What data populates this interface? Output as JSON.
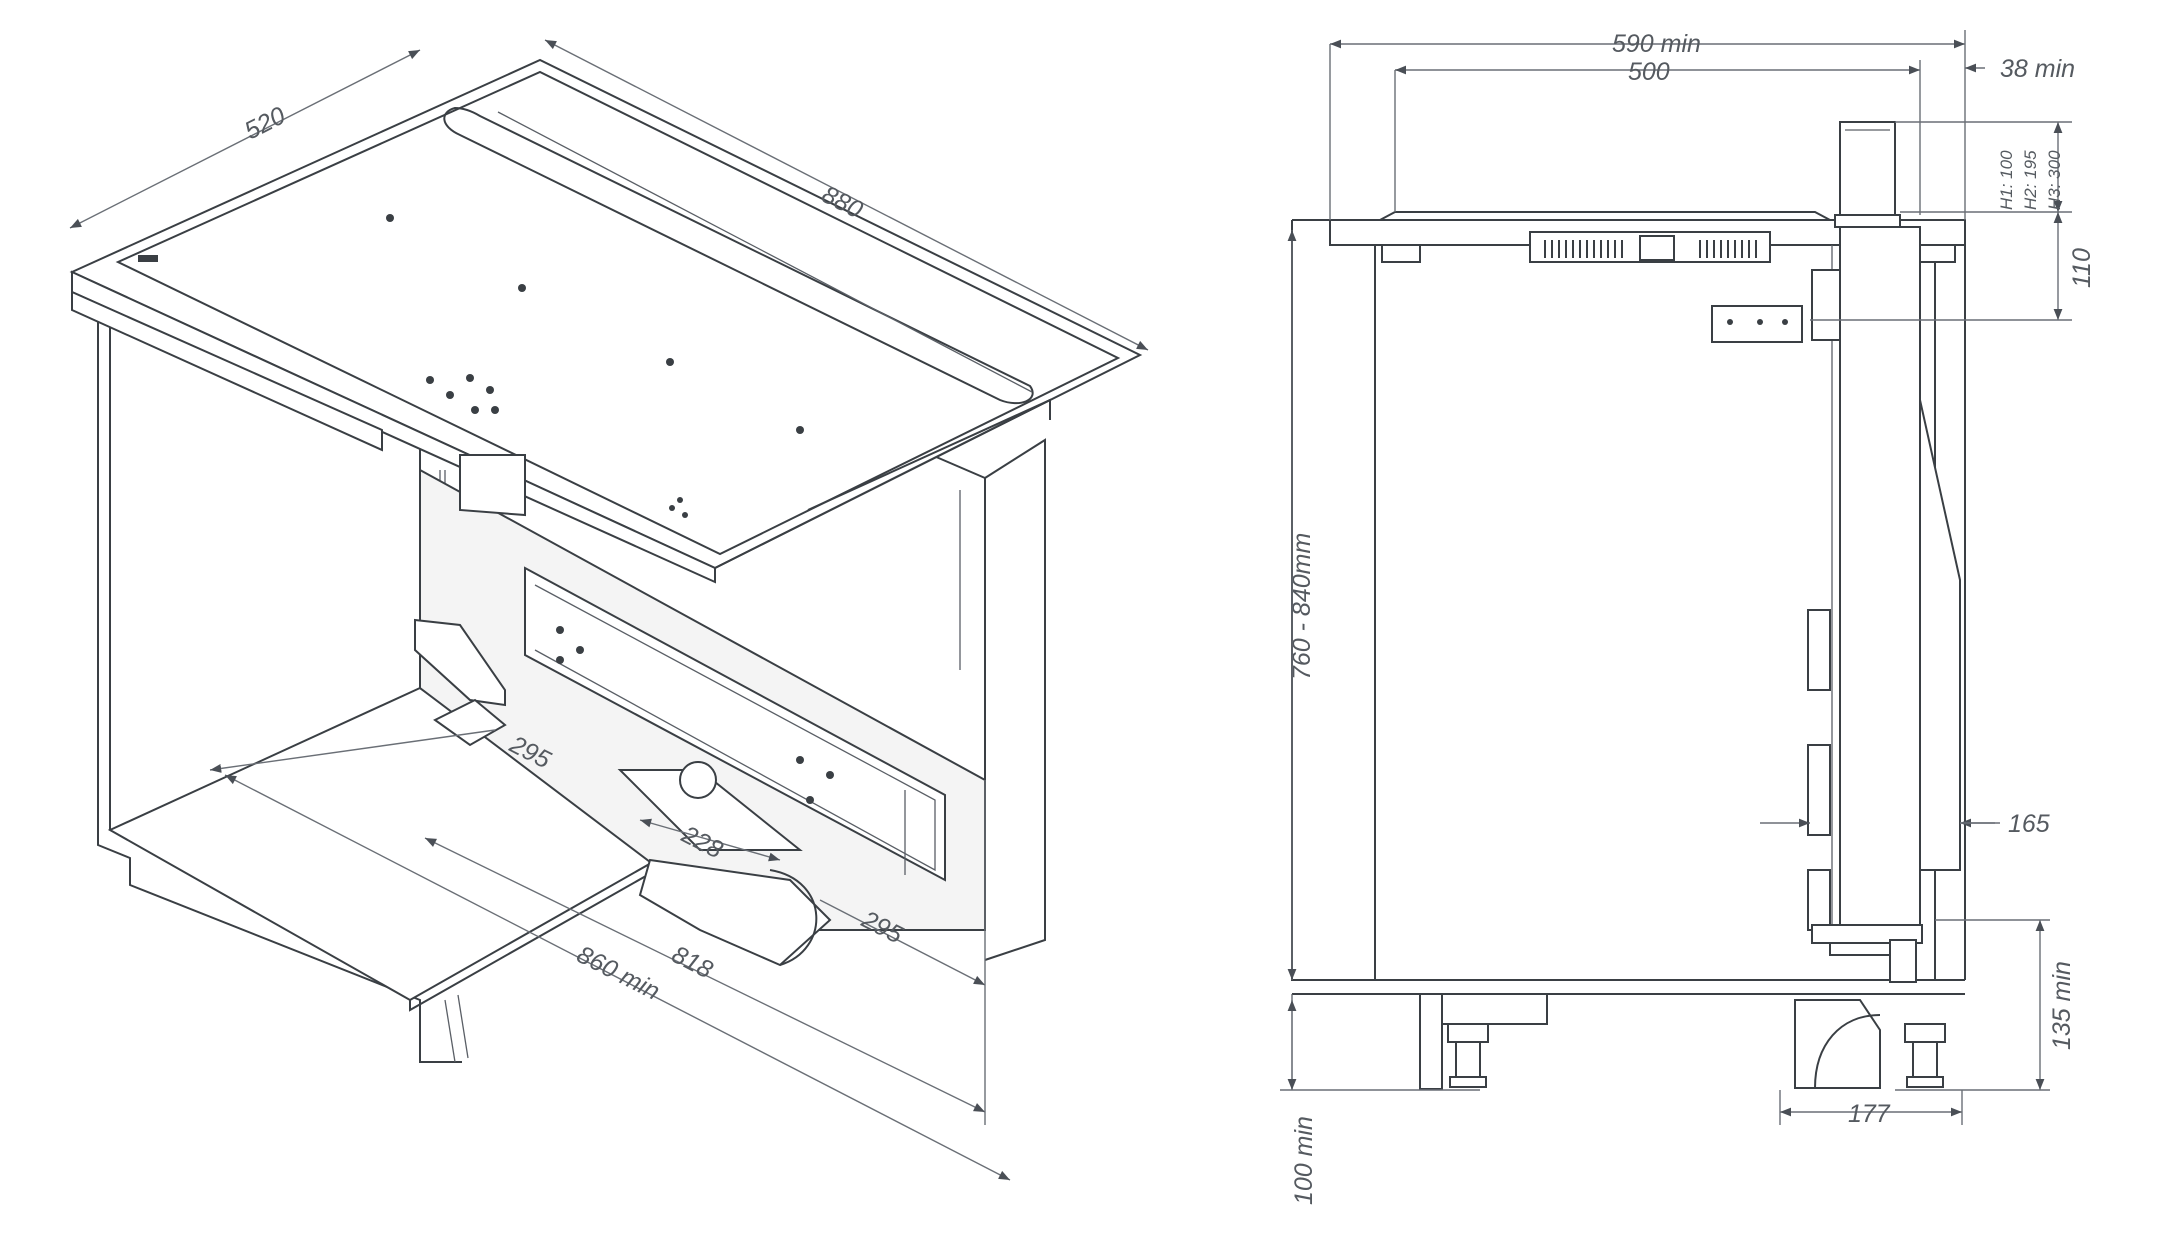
{
  "iso_view": {
    "dims": {
      "depth_520": "520",
      "width_880": "880",
      "d295_a": "295",
      "d228": "228",
      "d295_b": "295",
      "d818": "818",
      "d860": "860 min"
    }
  },
  "side_view": {
    "dims": {
      "d590": "590 min",
      "d500": "500",
      "d38": "38 min",
      "h1": "H1: 100",
      "h2": "H2: 195",
      "h3": "H3: 300",
      "d110": "110",
      "d760": "760 - 840mm",
      "d165": "165",
      "d135": "135 min",
      "d177": "177",
      "d100": "100 min"
    }
  },
  "colors": {
    "line": "#3a3f44",
    "dim_text": "#555a60",
    "background": "#ffffff"
  }
}
